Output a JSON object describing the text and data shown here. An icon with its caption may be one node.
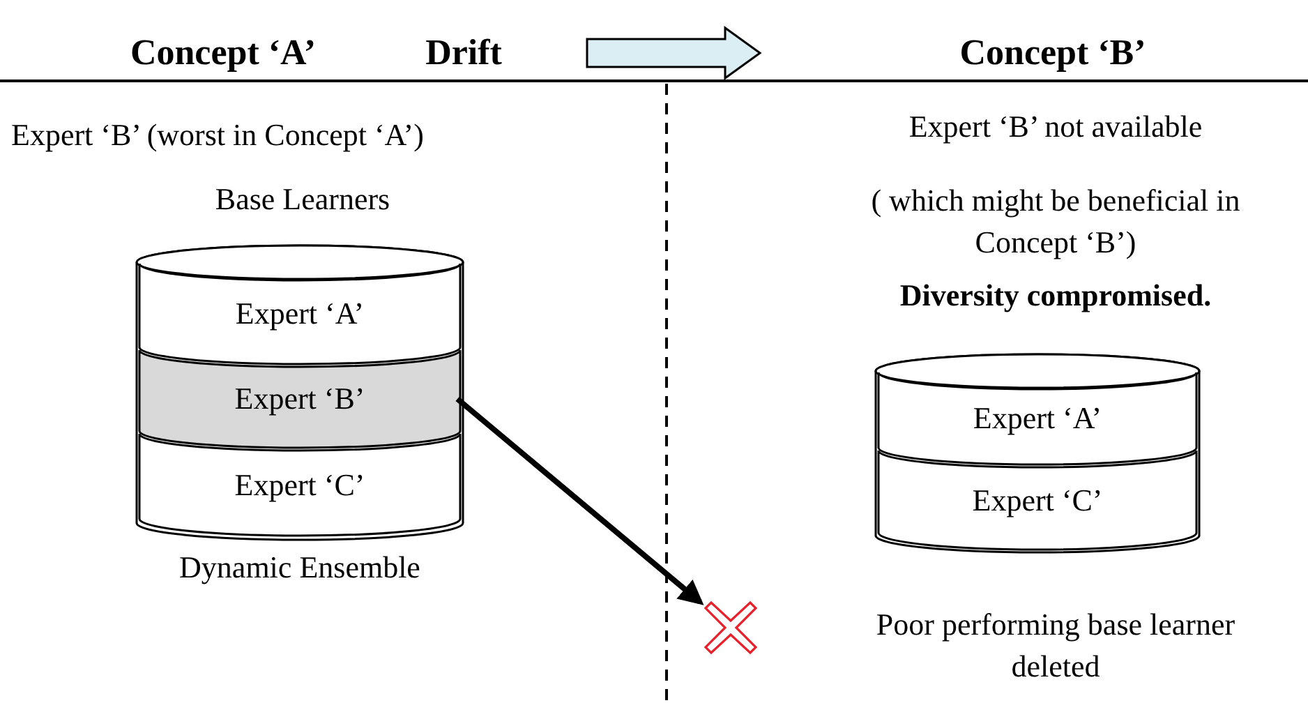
{
  "diagram": {
    "nodes": [
      {
        "text": [],
        "shape": "cylinder",
        "beside": [
          "Base Learners",
          "Dynamic Ensemble"
        ]
      },
      {
        "text": [
          "Expert ‘A’"
        ],
        "in": 0
      },
      {
        "text": [
          "Expert ‘B’"
        ],
        "in": 0
      },
      {
        "text": [
          "Expert ‘C’"
        ],
        "in": 0
      },
      {
        "text": [],
        "shape": "cylinder"
      },
      {
        "text": [
          "Expert ‘A’"
        ],
        "in": 4
      },
      {
        "text": [
          "Expert ‘C’"
        ],
        "in": 4
      },
      {
        "text": [],
        "shape": "cross"
      }
    ],
    "edges": [
      {
        "from": 2,
        "to": 7,
        "arrow": "to"
      }
    ],
    "labels": [
      "Concept ‘A’",
      "Drift",
      "Concept ‘B’",
      "Expert ‘B’ (worst in Concept ‘A’)",
      "Expert ‘B’ not available",
      "( which might be beneficial in Concept ‘B’)",
      "Diversity compromised.",
      "Poor performing base learner deleted"
    ]
  }
}
